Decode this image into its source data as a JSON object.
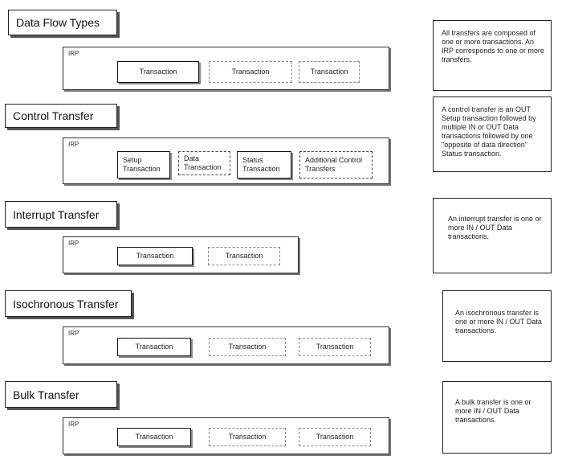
{
  "sections": [
    {
      "title": "Data Flow Types",
      "irp_label": "IRP",
      "transactions": [
        "Transaction",
        "Transaction",
        "Transaction"
      ],
      "description": "All transfers are composed of one or more transactions. An IRP corresponds to one or more transfers."
    },
    {
      "title": "Control Transfer",
      "irp_label": "IRP",
      "transactions": [
        "Setup Transaction",
        "Data Transaction",
        "Status Transaction",
        "Additional Control Transfers"
      ],
      "description": "A control transfer is an OUT Setup transaction followed by multiple IN or OUT Data transactions followed by one \"opposite of data direction\" Status transaction."
    },
    {
      "title": "Interrupt Transfer",
      "irp_label": "IRP",
      "transactions": [
        "Transaction",
        "Transaction"
      ],
      "description": "An interrupt transfer is one or more IN / OUT Data transactions."
    },
    {
      "title": "Isochronous Transfer",
      "irp_label": "IRP",
      "transactions": [
        "Transaction",
        "Transaction",
        "Transaction"
      ],
      "description": "An isochronous transfer is one or more IN / OUT Data transactions."
    },
    {
      "title": "Bulk Transfer",
      "irp_label": "IRP",
      "transactions": [
        "Transaction",
        "Transaction",
        "Transaction"
      ],
      "description": "A bulk transfer is one or more IN / OUT Data transactions."
    }
  ]
}
